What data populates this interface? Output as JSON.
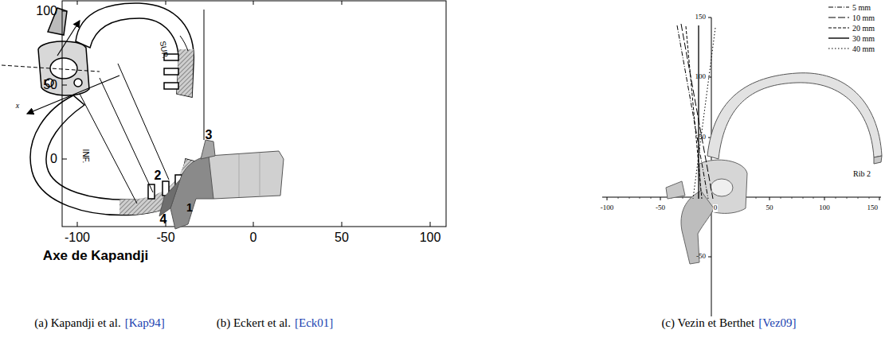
{
  "diagram": {
    "labels": [
      "SUP.",
      "INF.",
      "x",
      "Axe de Kapandji",
      "100",
      "50",
      "0",
      "-100",
      "-50",
      "0",
      "50",
      "100",
      "3",
      "2",
      "1",
      "4",
      "150",
      "100",
      "50",
      "-50",
      "-100",
      "-50",
      "0",
      "50",
      "100",
      "150",
      "Rib 2",
      "(a) Kapandji et al.",
      "[Kap94]",
      "(b) Eckert et al.",
      "[Eck01]",
      "(c) Vezin et Berthet",
      "[Vez09]"
    ],
    "legend": [
      {
        "text": "5 mm"
      },
      {
        "text": "10 mm"
      },
      {
        "text": "20 mm"
      },
      {
        "text": "30 mm"
      },
      {
        "text": "40 mm"
      }
    ]
  }
}
